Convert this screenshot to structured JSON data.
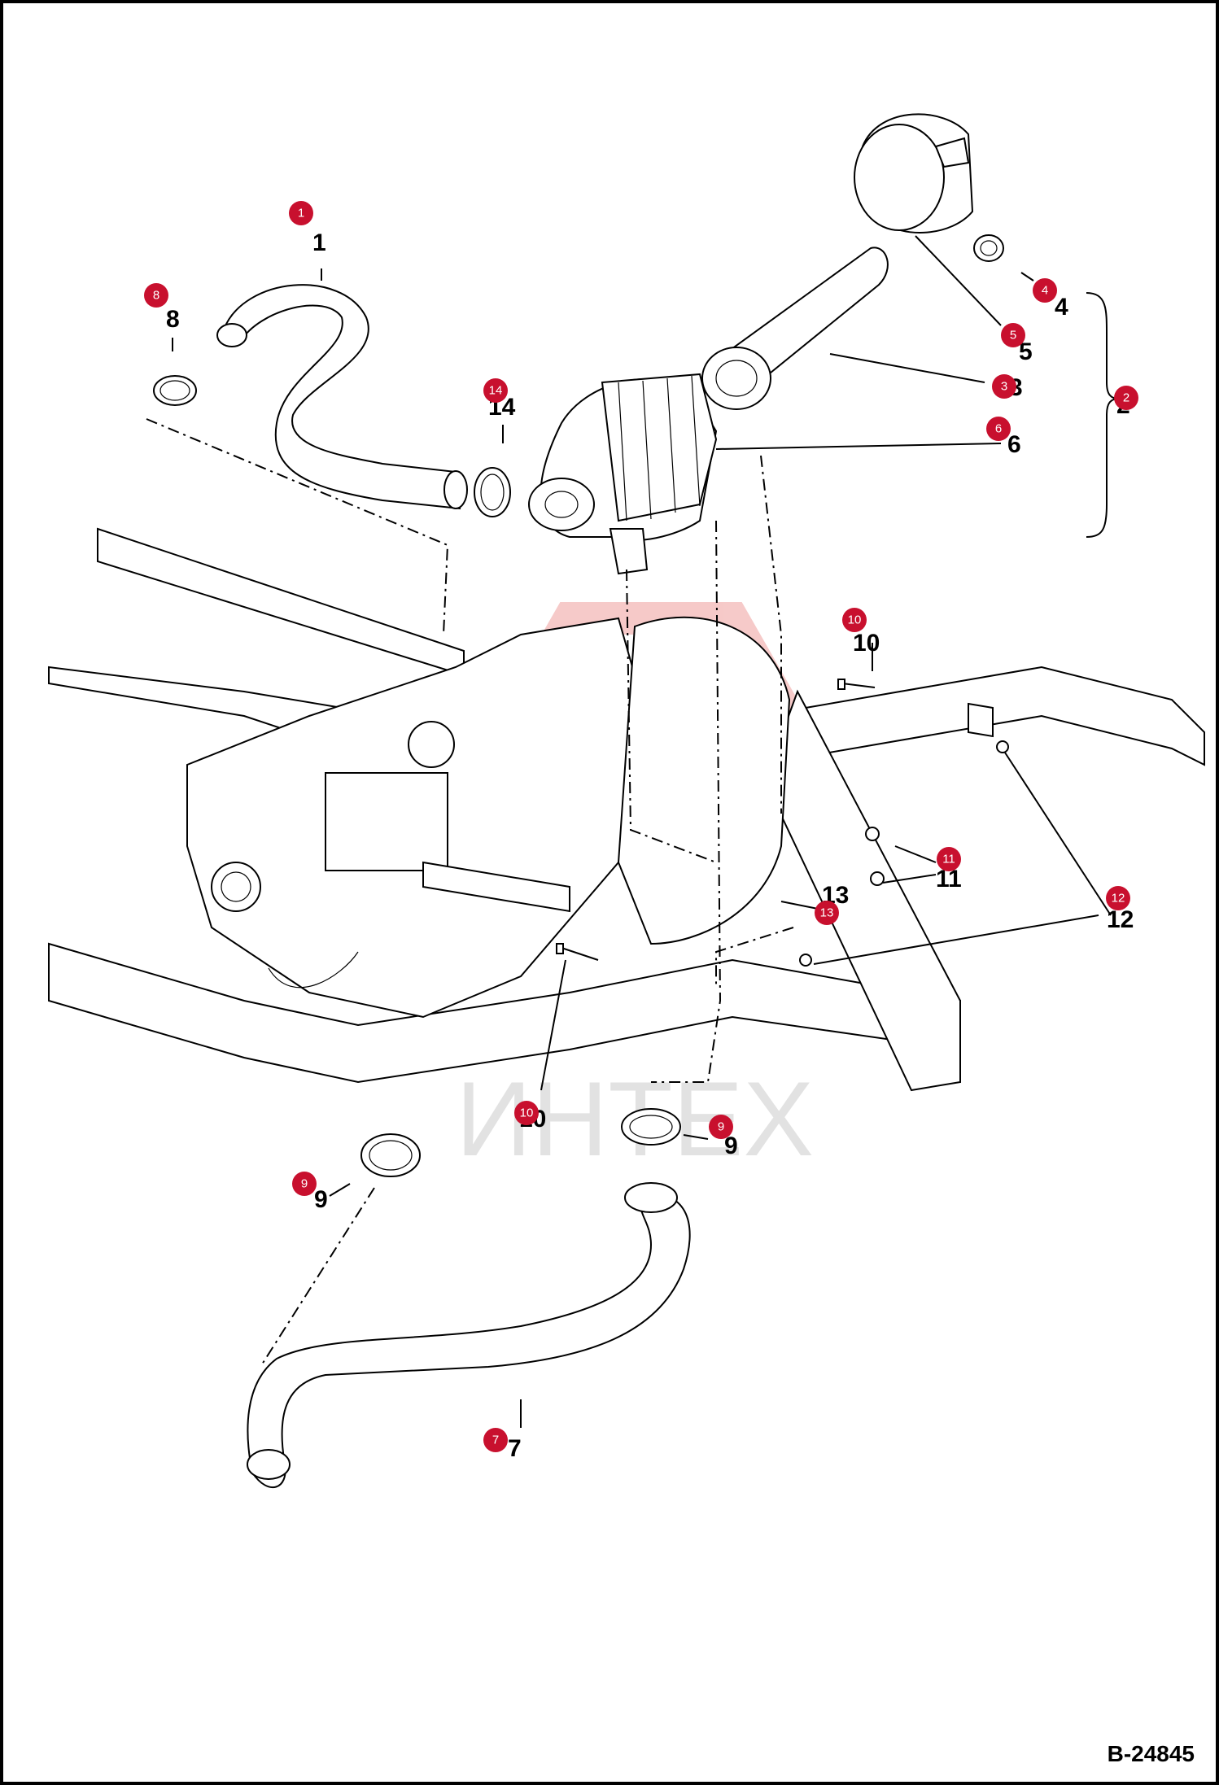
{
  "drawing": {
    "document_number": "B-24845",
    "watermark_text": "ИНТЕХ",
    "marker_color": "#c8102e"
  },
  "callouts": [
    {
      "id": "c1",
      "label": "1",
      "marker": "1"
    },
    {
      "id": "c2",
      "label": "2",
      "marker": "2"
    },
    {
      "id": "c3",
      "label": "3",
      "marker": "3"
    },
    {
      "id": "c4",
      "label": "4",
      "marker": "4"
    },
    {
      "id": "c5",
      "label": "5",
      "marker": "5"
    },
    {
      "id": "c6",
      "label": "6",
      "marker": "6"
    },
    {
      "id": "c7",
      "label": "7",
      "marker": "7"
    },
    {
      "id": "c8",
      "label": "8",
      "marker": "8"
    },
    {
      "id": "c9a",
      "label": "9",
      "marker": "9"
    },
    {
      "id": "c9b",
      "label": "9",
      "marker": "9"
    },
    {
      "id": "c10a",
      "label": "10",
      "marker": "10"
    },
    {
      "id": "c10b",
      "label": "10",
      "marker": "10"
    },
    {
      "id": "c11",
      "label": "11",
      "marker": "11"
    },
    {
      "id": "c12",
      "label": "12",
      "marker": "12"
    },
    {
      "id": "c13",
      "label": "13",
      "marker": "13"
    },
    {
      "id": "c14",
      "label": "14",
      "marker": "14"
    }
  ]
}
